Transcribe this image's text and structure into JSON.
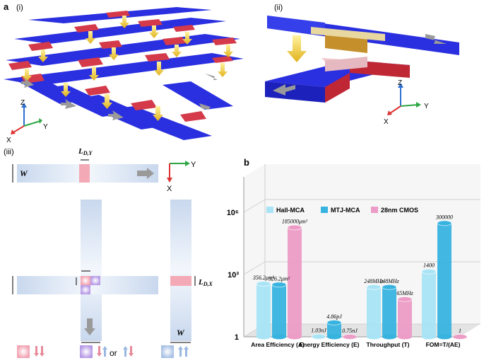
{
  "panel_a": {
    "label": "a",
    "sub_i": "(i)",
    "sub_ii": "(ii)",
    "axes_i": {
      "z": "Z",
      "y": "Y",
      "x": "X"
    },
    "axes_ii": {
      "z": "Z",
      "y": "Y",
      "x": "X"
    }
  },
  "panel_iii": {
    "label": "(iii)",
    "ldy_main": "L",
    "ldy_sub": "D,Y",
    "ldx_main": "L",
    "ldx_sub": "D,X",
    "w_top": "W",
    "w_bottom": "W",
    "axes": {
      "y": "Y",
      "x": "X"
    },
    "legend_or": "or"
  },
  "panel_b": {
    "label": "b",
    "legend": [
      {
        "name": "Hall-MCA",
        "color": "#a8e4f6"
      },
      {
        "name": "MTJ-MCA",
        "color": "#37b3e0"
      },
      {
        "name": "28nm CMOS",
        "color": "#ec9cc6"
      }
    ],
    "chart_data": {
      "type": "bar",
      "scale": "log",
      "categories": [
        "Area Efficiency (A)",
        "Energy Efficiency (E)",
        "Throughput (T)",
        "FOM=T/(AE)"
      ],
      "series": [
        {
          "name": "Hall-MCA",
          "values": [
            356.2,
            1.03,
            248,
            1400
          ]
        },
        {
          "name": "MTJ-MCA",
          "values": [
            326.2,
            4.86,
            248,
            300000
          ]
        },
        {
          "name": "28nm CMOS",
          "values": [
            185000,
            0.75,
            65,
            1
          ]
        }
      ],
      "yticks": [
        {
          "v": 1,
          "label": "1"
        },
        {
          "v": 1000,
          "label": "10³"
        },
        {
          "v": 1000000,
          "label": "10⁶"
        }
      ],
      "value_labels": [
        [
          "356.2μm²",
          "326.2μm²",
          "185000μm²"
        ],
        [
          "1.03nJ",
          "4.86pJ",
          "0.75nJ"
        ],
        [
          "248MHz",
          "248MHz",
          "65MHz"
        ],
        [
          "1400",
          "300000",
          "1"
        ]
      ]
    }
  }
}
